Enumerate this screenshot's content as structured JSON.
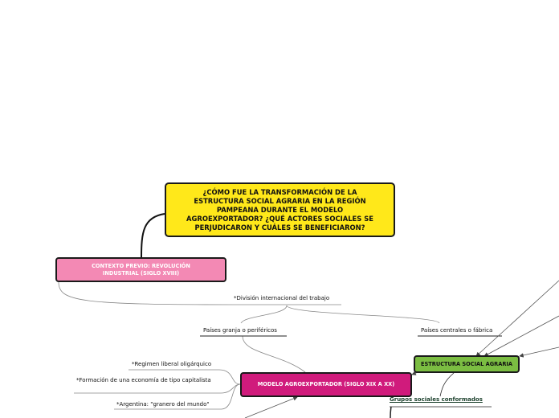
{
  "main_question": "¿CÓMO FUE LA TRANSFORMACIÓN DE LA ESTRUCTURA SOCIAL AGRARIA EN LA REGIÓN PAMPEANA DURANTE EL MODELO AGROEXPORTADOR? ¿QUÉ ACTORES SOCIALES SE PERJUDICARON Y CUÁLES SE BENEFICIARON?",
  "nodes": {
    "contexto": "CONTEXTO PREVIO: REVOLUCIÓN INDUSTRIAL (SIGLO XVIII)",
    "modelo": "MODELO AGROEXPORTADOR (SIGLO XIX A XX)",
    "estructura": "ESTRUCTURA SOCIAL AGRARIA"
  },
  "topics": {
    "division": "*División internacional del trabajo",
    "granja": "Países granja o periféricos",
    "centrales": "Países centrales o fábrica",
    "regimen": "*Regimen liberal oligárquico",
    "formacion": "*Formación de una economía de tipo capitalista",
    "argentina": "*Argentina: \"granero del mundo\"",
    "grupos": "Grupos sociales conformados"
  },
  "colors": {
    "main": "#ffe81a",
    "contexto": "#f389b4",
    "modelo": "#d01b7c",
    "estructura": "#7bbd42",
    "connector": "#888888"
  }
}
